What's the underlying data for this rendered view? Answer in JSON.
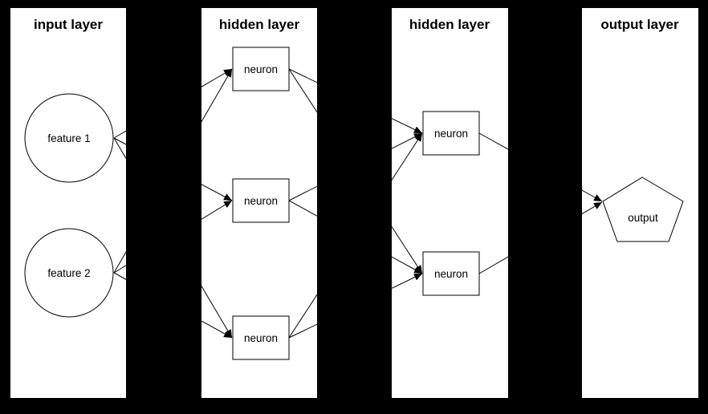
{
  "diagram": {
    "type": "neural-network-layer-diagram",
    "colors": {
      "background": "#000000",
      "panel": "#ffffff",
      "stroke": "#000000",
      "text": "#000000"
    },
    "layers": [
      {
        "id": "input",
        "title": "input layer",
        "nodes": [
          {
            "id": "feature1",
            "label": "feature 1",
            "shape": "circle"
          },
          {
            "id": "feature2",
            "label": "feature 2",
            "shape": "circle"
          }
        ]
      },
      {
        "id": "hidden1",
        "title": "hidden layer",
        "nodes": [
          {
            "id": "h1n1",
            "label": "neuron",
            "shape": "rect"
          },
          {
            "id": "h1n2",
            "label": "neuron",
            "shape": "rect"
          },
          {
            "id": "h1n3",
            "label": "neuron",
            "shape": "rect"
          }
        ]
      },
      {
        "id": "hidden2",
        "title": "hidden layer",
        "nodes": [
          {
            "id": "h2n1",
            "label": "neuron",
            "shape": "rect"
          },
          {
            "id": "h2n2",
            "label": "neuron",
            "shape": "rect"
          }
        ]
      },
      {
        "id": "output",
        "title": "output layer",
        "nodes": [
          {
            "id": "out1",
            "label": "output",
            "shape": "pentagon"
          }
        ]
      }
    ],
    "edges": [
      {
        "from": "feature1",
        "to": "h1n1"
      },
      {
        "from": "feature1",
        "to": "h1n2"
      },
      {
        "from": "feature1",
        "to": "h1n3"
      },
      {
        "from": "feature2",
        "to": "h1n1"
      },
      {
        "from": "feature2",
        "to": "h1n2"
      },
      {
        "from": "feature2",
        "to": "h1n3"
      },
      {
        "from": "h1n1",
        "to": "h2n1"
      },
      {
        "from": "h1n2",
        "to": "h2n1"
      },
      {
        "from": "h1n3",
        "to": "h2n1"
      },
      {
        "from": "h1n1",
        "to": "h2n2"
      },
      {
        "from": "h1n2",
        "to": "h2n2"
      },
      {
        "from": "h1n3",
        "to": "h2n2"
      },
      {
        "from": "h2n1",
        "to": "out1"
      },
      {
        "from": "h2n2",
        "to": "out1"
      }
    ]
  }
}
